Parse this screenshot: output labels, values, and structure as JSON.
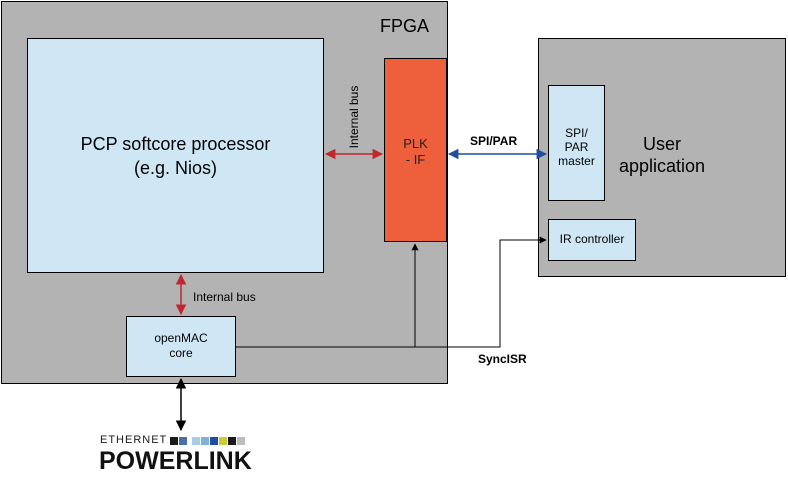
{
  "fpga": {
    "label": "FPGA"
  },
  "pcp": {
    "line1": "PCP softcore processor",
    "line2": "(e.g. Nios)"
  },
  "plk_if": {
    "line1": "PLK",
    "line2": "- IF"
  },
  "internal_bus_vertical": "Internal bus",
  "internal_bus_horizontal": "Internal bus",
  "openmac": {
    "line1": "openMAC",
    "line2": "core"
  },
  "spi_par_link": "SPI/PAR",
  "user_app": {
    "line1": "User",
    "line2": "application"
  },
  "spi_master": {
    "line1": "SPI/",
    "line2": "PAR",
    "line3": "master"
  },
  "ir_controller": "IR controller",
  "syncisr": "SyncISR",
  "logo": {
    "top": "ETHERNET",
    "bottom": "POWERLINK"
  },
  "colors": {
    "fpga_bg": "#b3b3b3",
    "light_blue": "#cfe7f5",
    "plk_orange": "#ee5f3c",
    "red_arrow": "#c0282d",
    "blue_arrow": "#1f4e9e"
  }
}
